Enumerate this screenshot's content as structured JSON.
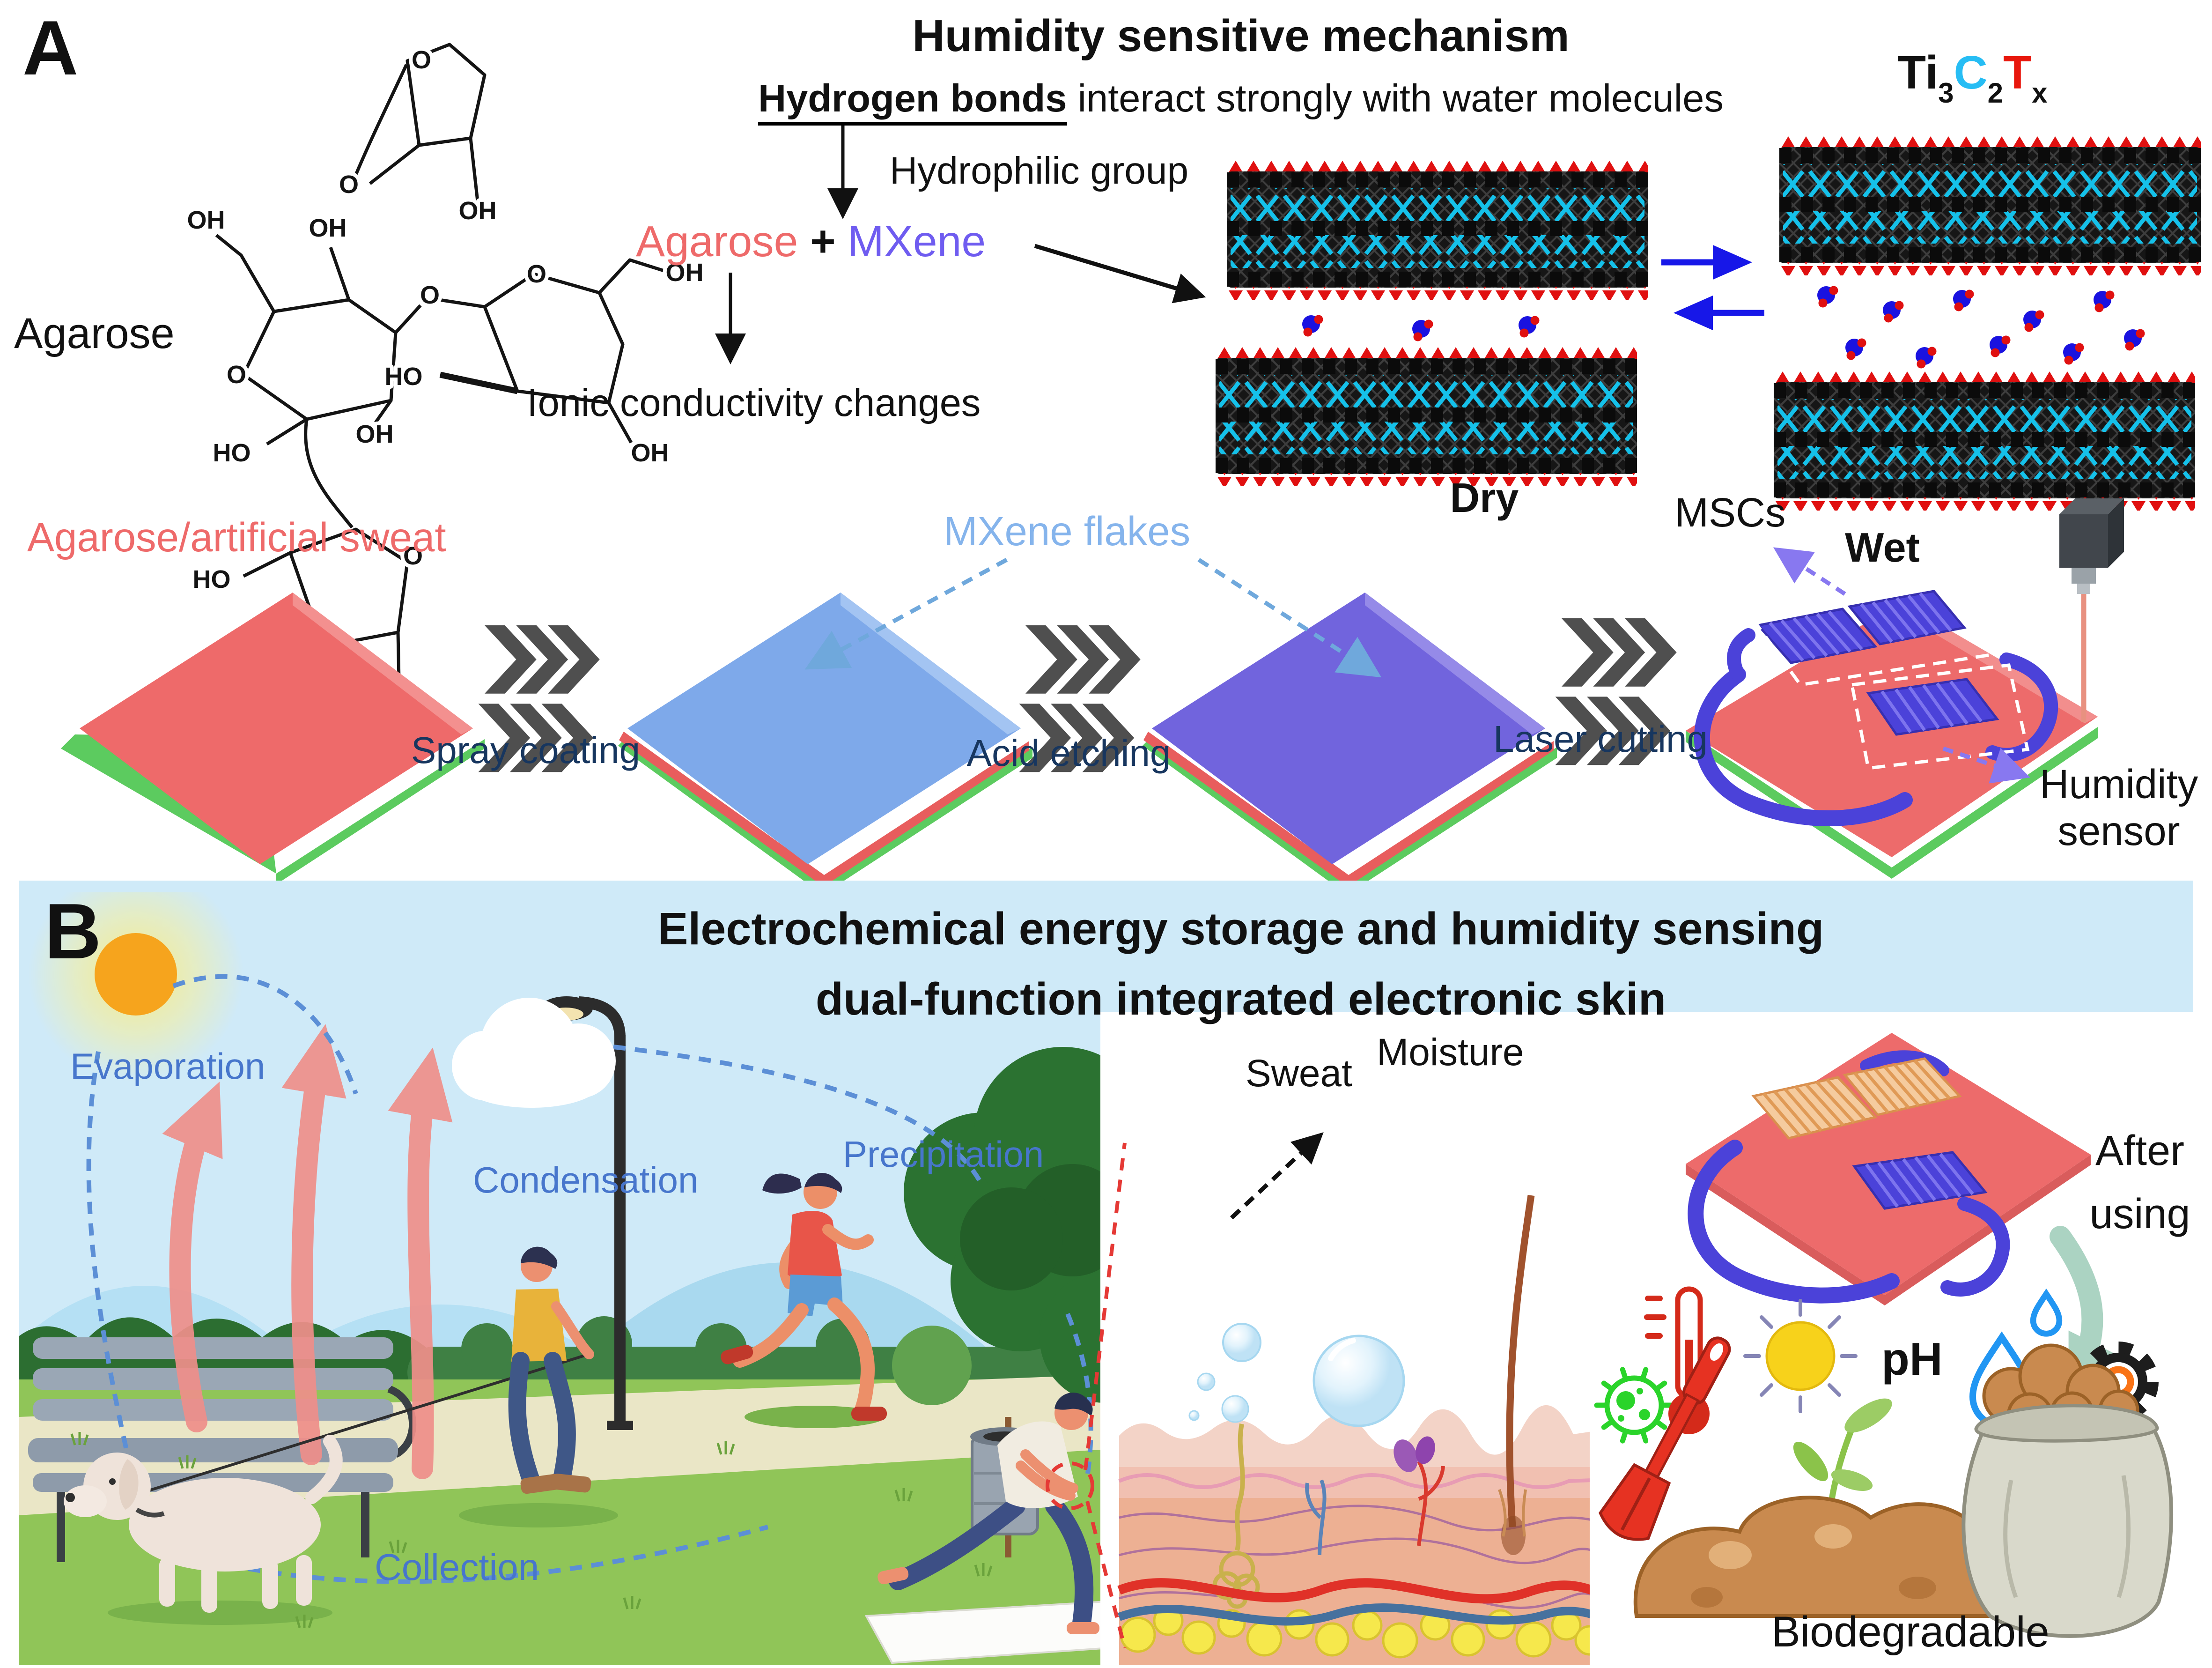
{
  "figure": {
    "panel_a": {
      "label": "A",
      "title": "Humidity sensitive mechanism",
      "subtitle_bold": "Hydrogen bonds",
      "subtitle_rest": " interact strongly with water molecules",
      "hydrophilic_group": "Hydrophilic group",
      "agarose": "Agarose",
      "plus": "+",
      "mxene": "MXene",
      "ionic_change": "Ionic conductivity changes",
      "structure_name": "Agarose",
      "formula": {
        "ti": "Ti",
        "n3": "3",
        "c": "C",
        "n2": "2",
        "t": "T",
        "x": "x"
      },
      "dry": "Dry",
      "wet": "Wet",
      "chem": {
        "oh": "OH",
        "ho": "HO",
        "o": "O"
      },
      "process": {
        "layer_label": "Agarose/artificial sweat",
        "flakes_label": "MXene flakes",
        "step_1": "Spray coating",
        "step_2": "Acid etching",
        "step_3": "Laser cutting",
        "mscs": "MSCs",
        "sensor_line_1": "Humidity",
        "sensor_line_2": "sensor"
      }
    },
    "panel_b": {
      "label": "B",
      "title_line_1": "Electrochemical energy storage and humidity sensing",
      "title_line_2": "dual-function integrated electronic skin",
      "water_cycle": {
        "evaporation": "Evaporation",
        "condensation": "Condensation",
        "precipitation": "Precipitation",
        "collection": "Collection"
      },
      "skin": {
        "sweat": "Sweat",
        "moisture": "Moisture"
      },
      "disposal": {
        "after_line_1": "After",
        "after_line_2": "using",
        "ph": "pH",
        "biodegradable": "Biodegradable"
      }
    },
    "colors": {
      "agarose_red": "#ee6a6a",
      "mxene_violet": "#6f5cf0",
      "flakes_blue": "#85b4ec",
      "step_navy": "#17365f",
      "formula_c_cyan": "#27bdf4",
      "formula_t_red": "#e8170d",
      "cycle_blue": "#4776cc",
      "panel_b_bg": "#cfeaf8",
      "sheet_red": "#ee6a6a",
      "sheet_blue": "#7ea9ea",
      "sheet_purple": "#7164dd",
      "layer_green": "#5ccb5f",
      "electrode_blue": "#4b42d9",
      "slab_cyan": "#15c1ea",
      "slab_red": "#e01010",
      "water_blue": "#1a12e0"
    }
  }
}
